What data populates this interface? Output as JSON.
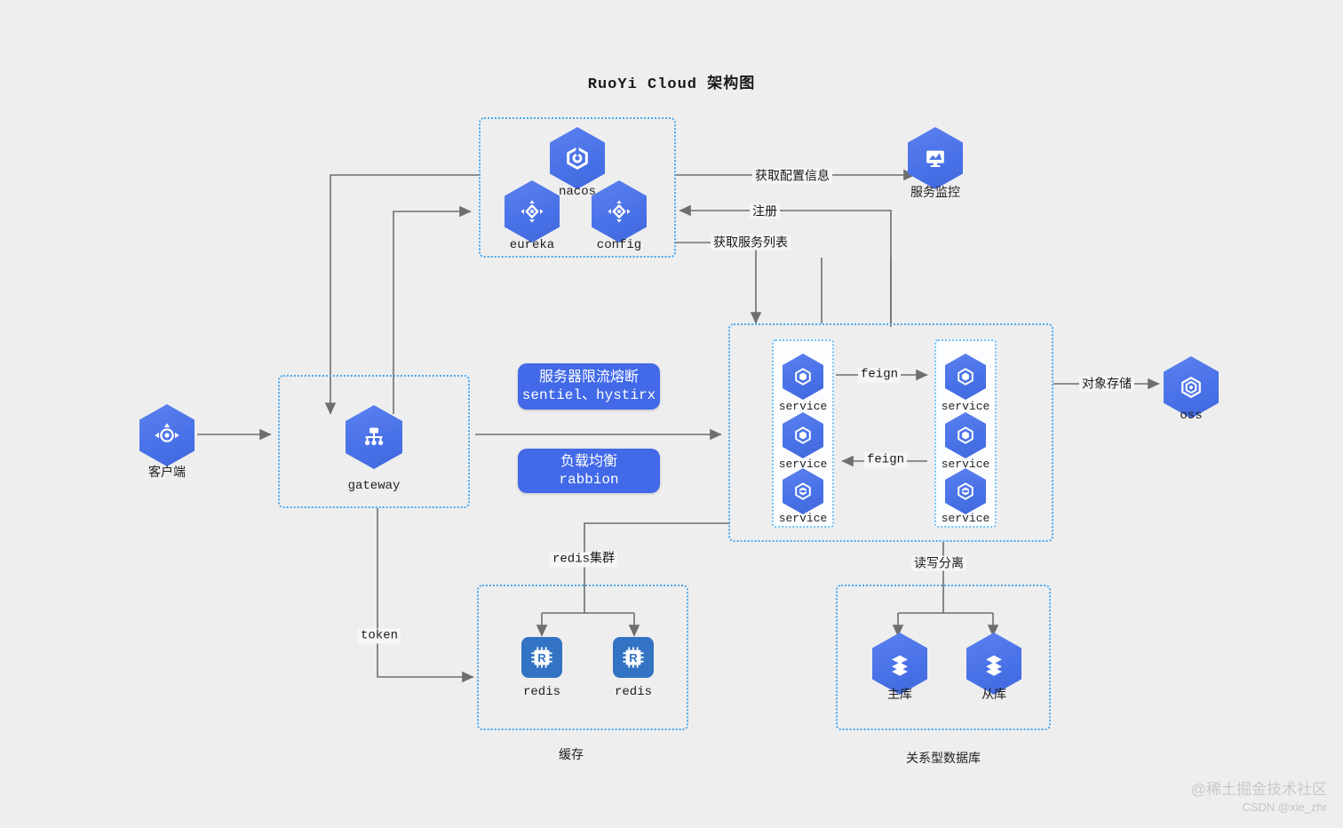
{
  "title": "RuoYi Cloud 架构图",
  "registry_group": {
    "nodes": [
      {
        "id": "nacos",
        "label": "nacos",
        "icon": "nacos-hexagon-icon"
      },
      {
        "id": "eureka",
        "label": "eureka",
        "icon": "eureka-diamond-icon"
      },
      {
        "id": "config",
        "label": "config",
        "icon": "config-diamond-icon"
      }
    ]
  },
  "monitor": {
    "label": "服务监控",
    "icon": "monitor-chart-icon"
  },
  "client": {
    "label": "客户端",
    "icon": "client-target-icon"
  },
  "gateway": {
    "label": "gateway",
    "icon": "gateway-network-icon"
  },
  "policy_boxes": [
    {
      "line1": "服务器限流熔断",
      "line2": "sentiel、hystirx"
    },
    {
      "line1": "负载均衡",
      "line2": "rabbion"
    }
  ],
  "services": {
    "group_caption": "读写分离",
    "left_column": [
      {
        "label": "service",
        "icon": "service-hexagon-icon"
      },
      {
        "label": "service",
        "icon": "service-hexagon-icon"
      },
      {
        "label": "service",
        "icon": "service-hexagon-icon"
      }
    ],
    "right_column": [
      {
        "label": "service",
        "icon": "service-hexagon-icon"
      },
      {
        "label": "service",
        "icon": "service-hexagon-icon"
      },
      {
        "label": "service",
        "icon": "service-hexagon-icon"
      }
    ]
  },
  "oss": {
    "label": "oss",
    "icon": "oss-storage-icon"
  },
  "cache": {
    "caption": "缓存",
    "cluster_label": "redis集群",
    "nodes": [
      {
        "label": "redis",
        "icon": "redis-chip-icon"
      },
      {
        "label": "redis",
        "icon": "redis-chip-icon"
      }
    ]
  },
  "database": {
    "caption": "关系型数据库",
    "split_label": "读写分离",
    "nodes": [
      {
        "label": "主库",
        "icon": "database-layers-icon"
      },
      {
        "label": "从库",
        "icon": "database-layers-icon"
      }
    ]
  },
  "edge_labels": {
    "get_config": "获取配置信息",
    "register": "注册",
    "get_service_list": "获取服务列表",
    "feign_forward": "feign",
    "feign_back": "feign",
    "object_storage": "对象存储",
    "token": "token",
    "redis_cluster": "redis集群",
    "read_write_split": "读写分离"
  },
  "watermark": {
    "line1": "@稀土掘金技术社区",
    "line2": "CSDN @xie_zhr"
  },
  "colors": {
    "background": "#eeeeee",
    "hex_blue": "#4a72e8",
    "box_blue": "#4169e8",
    "dotted_border": "#4aa8ef",
    "edge_gray": "#6e6e6e",
    "redis_blue": "#3273c4"
  }
}
